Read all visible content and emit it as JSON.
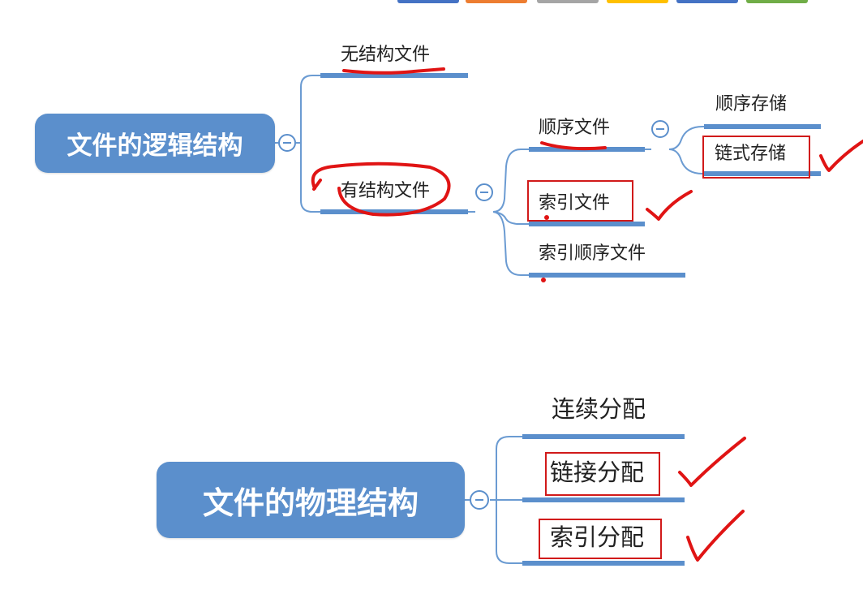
{
  "logical_structure": {
    "root_label": "文件的逻辑结构",
    "unstructured": "无结构文件",
    "structured": "有结构文件",
    "sequential": "顺序文件",
    "indexed": "索引文件",
    "indexed_sequential": "索引顺序文件",
    "sequential_storage": "顺序存储",
    "linked_storage": "链式存储"
  },
  "physical_structure": {
    "root_label": "文件的物理结构",
    "contiguous": "连续分配",
    "linked": "链接分配",
    "indexed": "索引分配"
  },
  "collapse_glyph": "⊖",
  "colors": {
    "node_fill": "#5b8fcc",
    "branch_line": "#6b9bd2",
    "underline": "#5b8fcc",
    "annotation_red": "#e01414",
    "box_red": "#d11a1a"
  },
  "toolbar_tab_colors": [
    "#4472c4",
    "#ed7d31",
    "#a5a5a5",
    "#ffc000",
    "#4472c4",
    "#70ad47"
  ]
}
